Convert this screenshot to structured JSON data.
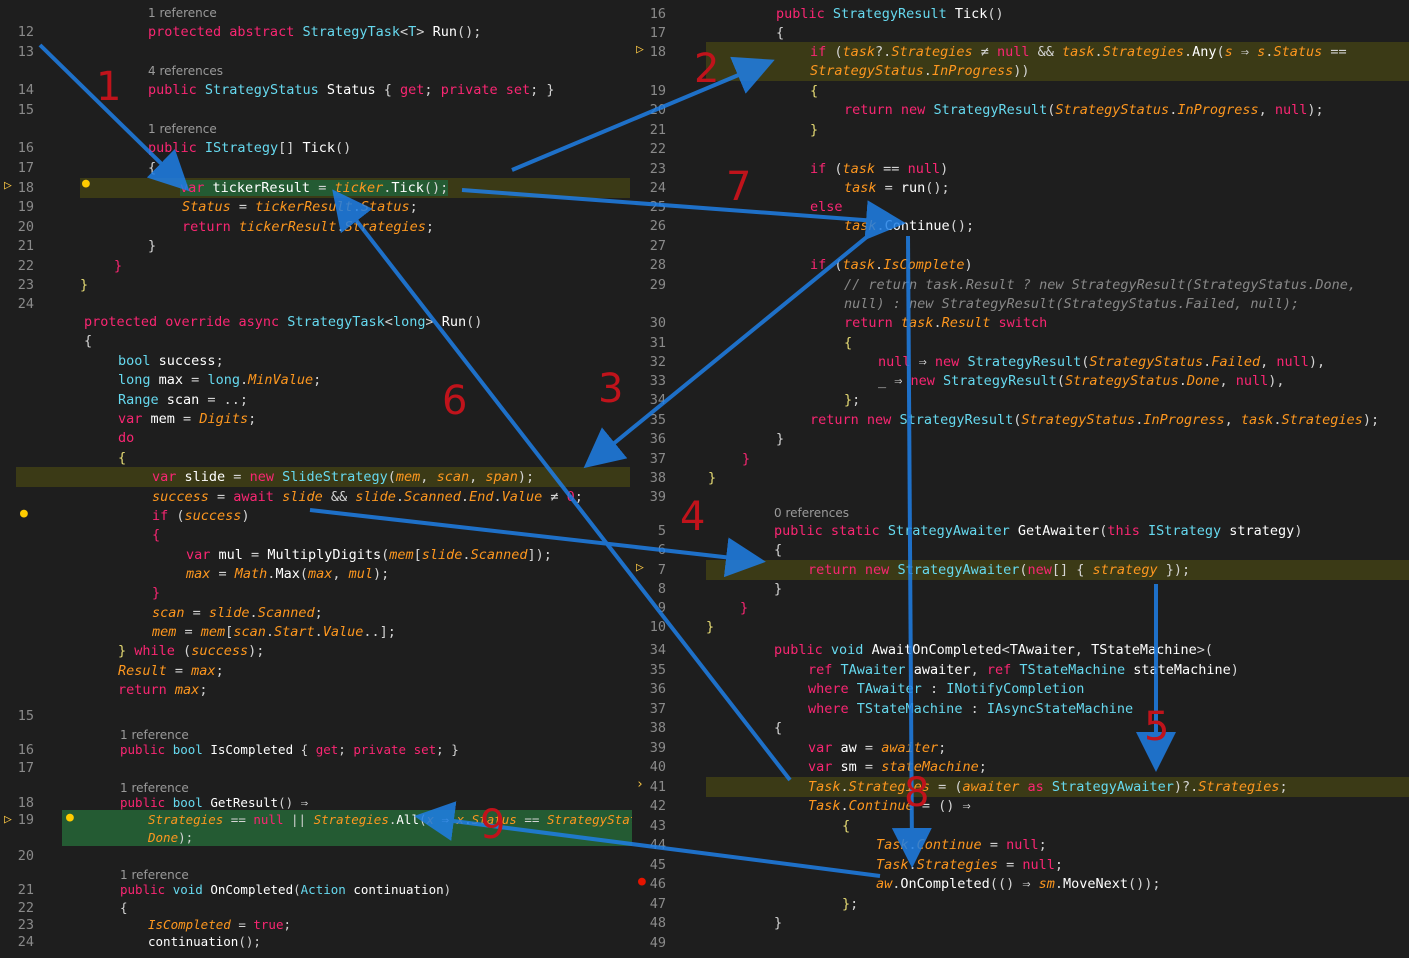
{
  "panel_a": {
    "lines": [
      {
        "n": "12",
        "t": "protected abstract StrategyTask<T> Run();",
        "ref": "1 reference"
      },
      {
        "n": "13",
        "t": ""
      },
      {
        "n": "14",
        "t": "public StrategyStatus Status { get; private set; }",
        "ref": "4 references"
      },
      {
        "n": "15",
        "t": ""
      },
      {
        "n": "16",
        "t": "public IStrategy[] Tick()",
        "ref": "1 reference"
      },
      {
        "n": "17",
        "t": "{"
      },
      {
        "n": "18",
        "t": "var tickerResult = ticker.Tick();"
      },
      {
        "n": "19",
        "t": "Status = tickerResult.Status;"
      },
      {
        "n": "20",
        "t": "return tickerResult.Strategies;"
      },
      {
        "n": "21",
        "t": "}"
      },
      {
        "n": "22",
        "t": "}"
      },
      {
        "n": "23",
        "t": "}"
      },
      {
        "n": "24",
        "t": ""
      }
    ]
  },
  "panel_b": {
    "lines": [
      "protected override async StrategyTask<long> Run()",
      "{",
      "bool success;",
      "long max = long.MinValue;",
      "Range scan = ..;",
      "var mem = Digits;",
      "do",
      "{",
      "var slide = new SlideStrategy(mem, scan, span);",
      "success = await slide && slide.Scanned.End.Value != 0;",
      "if (success)",
      "{",
      "var mul = MultiplyDigits(mem[slide.Scanned]);",
      "max = Math.Max(max, mul);",
      "}",
      "scan = slide.Scanned;",
      "mem = mem[scan.Start.Value..];",
      "} while (success);",
      "Result = max;",
      "return max;"
    ]
  },
  "panel_c": {
    "lines": [
      {
        "n": "15",
        "t": ""
      },
      {
        "n": "16",
        "t": "public bool IsCompleted { get; private set; }",
        "ref": "1 reference"
      },
      {
        "n": "17",
        "t": ""
      },
      {
        "n": "18",
        "t": "public bool GetResult() =>",
        "ref": "1 reference"
      },
      {
        "n": "19",
        "t": "Strategies == null || Strategies.All(x => x.Status == StrategyStatus."
      },
      {
        "n": "",
        "t": "Done);"
      },
      {
        "n": "20",
        "t": ""
      },
      {
        "n": "21",
        "t": "public void OnCompleted(Action continuation)",
        "ref": "1 reference"
      },
      {
        "n": "22",
        "t": "{"
      },
      {
        "n": "23",
        "t": "IsCompleted = true;"
      },
      {
        "n": "24",
        "t": "continuation();"
      }
    ]
  },
  "panel_d": {
    "lines": [
      {
        "n": "16",
        "t": "public StrategyResult Tick()"
      },
      {
        "n": "17",
        "t": "{"
      },
      {
        "n": "18",
        "t": "if (task?.Strategies != null && task.Strategies.Any(s => s.Status =="
      },
      {
        "n": "",
        "t": "StrategyStatus.InProgress))"
      },
      {
        "n": "19",
        "t": "{"
      },
      {
        "n": "20",
        "t": "return new StrategyResult(StrategyStatus.InProgress, null);"
      },
      {
        "n": "21",
        "t": "}"
      },
      {
        "n": "22",
        "t": ""
      },
      {
        "n": "23",
        "t": "if (task == null)"
      },
      {
        "n": "24",
        "t": "task = run();"
      },
      {
        "n": "25",
        "t": "else"
      },
      {
        "n": "26",
        "t": "task.Continue();"
      },
      {
        "n": "27",
        "t": ""
      },
      {
        "n": "28",
        "t": "if (task.IsComplete)"
      },
      {
        "n": "29",
        "t": "// return task.Result ? new StrategyResult(StrategyStatus.Done,"
      },
      {
        "n": "",
        "t": "null) : new StrategyResult(StrategyStatus.Failed, null);"
      },
      {
        "n": "30",
        "t": "return task.Result switch"
      },
      {
        "n": "31",
        "t": "{"
      },
      {
        "n": "32",
        "t": "null => new StrategyResult(StrategyStatus.Failed, null),"
      },
      {
        "n": "33",
        "t": "_ => new StrategyResult(StrategyStatus.Done, null),"
      },
      {
        "n": "34",
        "t": "};"
      },
      {
        "n": "35",
        "t": "return new StrategyResult(StrategyStatus.InProgress, task.Strategies);"
      },
      {
        "n": "36",
        "t": "}"
      },
      {
        "n": "37",
        "t": "}"
      },
      {
        "n": "38",
        "t": "}"
      },
      {
        "n": "39",
        "t": ""
      }
    ]
  },
  "panel_e": {
    "ref": "0 references",
    "lines": [
      {
        "n": "5",
        "t": "public static StrategyAwaiter GetAwaiter(this IStrategy strategy)"
      },
      {
        "n": "6",
        "t": "{"
      },
      {
        "n": "7",
        "t": "return new StrategyAwaiter(new[] { strategy });"
      },
      {
        "n": "8",
        "t": "}"
      },
      {
        "n": "9",
        "t": "}"
      },
      {
        "n": "10",
        "t": "}"
      }
    ]
  },
  "panel_f": {
    "lines": [
      {
        "n": "34",
        "t": "public void AwaitOnCompleted<TAwaiter, TStateMachine>("
      },
      {
        "n": "35",
        "t": "ref TAwaiter awaiter, ref TStateMachine stateMachine)"
      },
      {
        "n": "36",
        "t": "where TAwaiter : INotifyCompletion"
      },
      {
        "n": "37",
        "t": "where TStateMachine : IAsyncStateMachine"
      },
      {
        "n": "38",
        "t": "{"
      },
      {
        "n": "39",
        "t": "var aw = awaiter;"
      },
      {
        "n": "40",
        "t": "var sm = stateMachine;"
      },
      {
        "n": "41",
        "t": "Task.Strategies = (awaiter as StrategyAwaiter)?.Strategies;"
      },
      {
        "n": "42",
        "t": "Task.Continue = () =>"
      },
      {
        "n": "43",
        "t": "{"
      },
      {
        "n": "44",
        "t": "Task.Continue = null;"
      },
      {
        "n": "45",
        "t": "Task.Strategies = null;"
      },
      {
        "n": "46",
        "t": "aw.OnCompleted(() => sm.MoveNext());"
      },
      {
        "n": "47",
        "t": "};"
      },
      {
        "n": "48",
        "t": "}"
      },
      {
        "n": "49",
        "t": ""
      }
    ]
  },
  "labels": [
    "1",
    "2",
    "3",
    "4",
    "5",
    "6",
    "7",
    "8",
    "9"
  ],
  "colors": {
    "arrow": "#1f7fe6",
    "number": "#c0131b",
    "highlight": "#3b3a16"
  }
}
